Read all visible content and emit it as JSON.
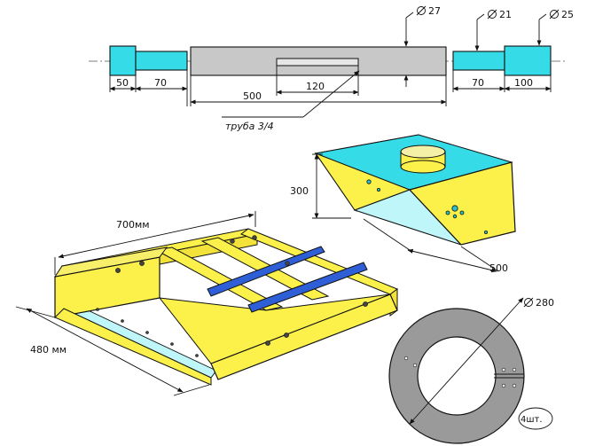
{
  "colors": {
    "cyan": "#35dbe6",
    "light_cyan": "#bff6fa",
    "yellow": "#fbf14a",
    "gray": "#c8c8c8",
    "blue": "#2f5fd6",
    "outline": "#111111"
  },
  "shaft": {
    "dia_27": "27",
    "dia_21": "21",
    "dia_25": "25",
    "len_50": "50",
    "len_70_left": "70",
    "len_500": "500",
    "len_120": "120",
    "len_70_right": "70",
    "len_100": "100",
    "pipe_label": "труба 3/4"
  },
  "hopper": {
    "height": "300",
    "length": "500"
  },
  "frame": {
    "length": "700мм",
    "width": "480 мм"
  },
  "disc": {
    "diameter": "280",
    "quantity": "4шт."
  }
}
